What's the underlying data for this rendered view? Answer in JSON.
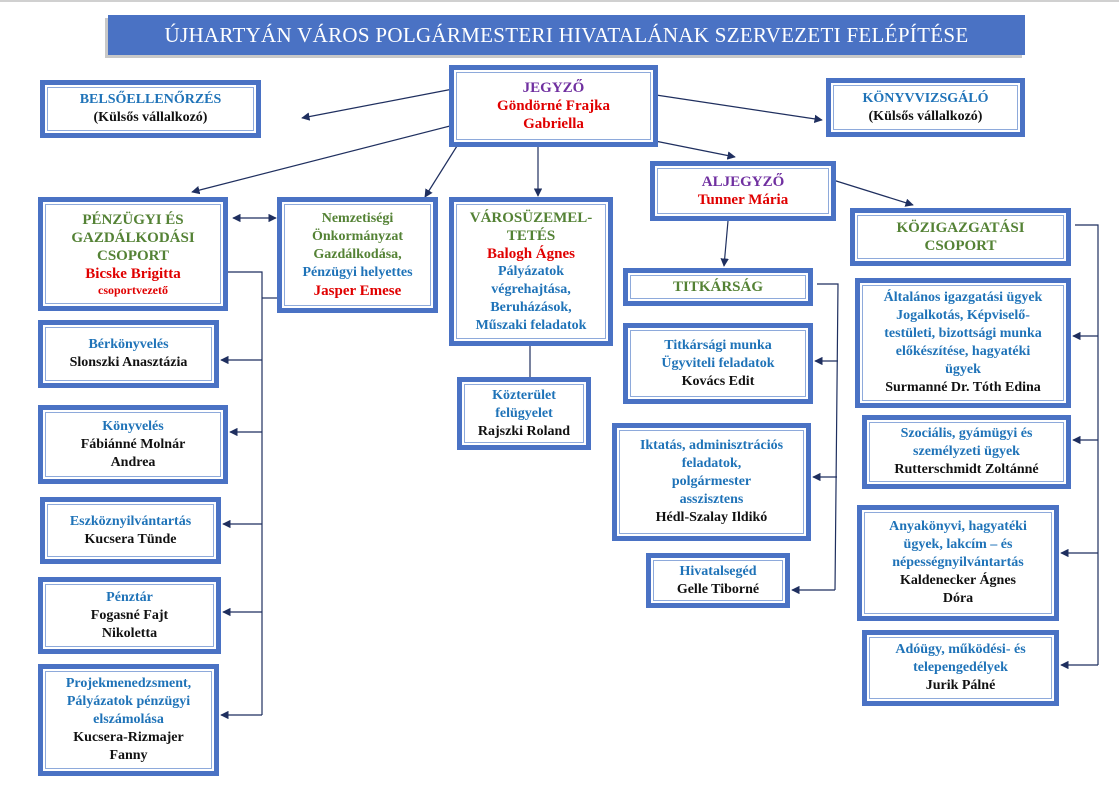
{
  "title": "ÚJHARTYÁN VÁROS POLGÁRMESTERI HIVATALÁNAK  SZERVEZETI FELÉPÍTÉSE",
  "colors": {
    "border": "#4a72c4",
    "purple": "#7030a0",
    "red": "#e00000",
    "blue": "#1f73b8",
    "green": "#548235",
    "line": "#1f2f5f"
  },
  "boxes": [
    {
      "id": "jegyzo",
      "lines": [
        {
          "t": "JEGYZŐ",
          "c": "purple"
        },
        {
          "t": "Göndörné Frajka",
          "c": "red"
        },
        {
          "t": "Gabriella",
          "c": "red"
        }
      ]
    },
    {
      "id": "belso",
      "lines": [
        {
          "t": "BELSŐELLENŐRZÉS",
          "c": "blue"
        },
        {
          "t": "(Külsős vállalkozó)",
          "c": "black"
        }
      ]
    },
    {
      "id": "konyv",
      "lines": [
        {
          "t": "KÖNYVVIZSGÁLÓ",
          "c": "blue"
        },
        {
          "t": "(Külsős vállalkozó)",
          "c": "black"
        }
      ]
    },
    {
      "id": "penzugyi",
      "lines": [
        {
          "t": "PÉNZÜGYI ÉS",
          "c": "green"
        },
        {
          "t": "GAZDÁLKODÁSI",
          "c": "green"
        },
        {
          "t": "CSOPORT",
          "c": "green"
        },
        {
          "t": "Bicske Brigitta",
          "c": "red"
        },
        {
          "t": "csoportvezető",
          "c": "redsmall"
        }
      ]
    },
    {
      "id": "nemz",
      "lines": [
        {
          "t": "Nemzetiségi",
          "c": "green2"
        },
        {
          "t": "Önkormányzat",
          "c": "green2"
        },
        {
          "t": "Gazdálkodása,",
          "c": "green2"
        },
        {
          "t": "Pénzügyi helyettes",
          "c": "blue"
        },
        {
          "t": "Jasper Emese",
          "c": "red"
        }
      ]
    },
    {
      "id": "varos",
      "lines": [
        {
          "t": "VÁROSÜZEMEL-",
          "c": "green"
        },
        {
          "t": "TETÉS",
          "c": "green"
        },
        {
          "t": "Balogh Ágnes",
          "c": "red"
        },
        {
          "t": "Pályázatok",
          "c": "blue"
        },
        {
          "t": "végrehajtása,",
          "c": "blue"
        },
        {
          "t": "Beruházások,",
          "c": "blue"
        },
        {
          "t": "Műszaki feladatok",
          "c": "blue"
        }
      ]
    },
    {
      "id": "kozter",
      "lines": [
        {
          "t": "Közterület",
          "c": "blue"
        },
        {
          "t": "felügyelet",
          "c": "blue"
        },
        {
          "t": "Rajszki Roland",
          "c": "black"
        }
      ]
    },
    {
      "id": "aljegyzo",
      "lines": [
        {
          "t": "ALJEGYZŐ",
          "c": "purple"
        },
        {
          "t": "Tunner Mária",
          "c": "red"
        }
      ]
    },
    {
      "id": "titkarsag",
      "lines": [
        {
          "t": "TITKÁRSÁG",
          "c": "green"
        }
      ]
    },
    {
      "id": "kozig",
      "lines": [
        {
          "t": "KÖZIGAZGATÁSI",
          "c": "green"
        },
        {
          "t": "CSOPORT",
          "c": "green"
        }
      ]
    },
    {
      "id": "titkmunka",
      "lines": [
        {
          "t": "Titkársági munka",
          "c": "blue"
        },
        {
          "t": "Ügyviteli feladatok",
          "c": "blue"
        },
        {
          "t": "Kovács Edit",
          "c": "black"
        }
      ]
    },
    {
      "id": "iktatas",
      "lines": [
        {
          "t": "Iktatás, adminisztrációs",
          "c": "blue"
        },
        {
          "t": "feladatok,",
          "c": "blue"
        },
        {
          "t": "polgármester",
          "c": "blue"
        },
        {
          "t": "asszisztens",
          "c": "blue"
        },
        {
          "t": "Hédl-Szalay Ildikó",
          "c": "black"
        }
      ]
    },
    {
      "id": "hivatal",
      "lines": [
        {
          "t": "Hivatalsegéd",
          "c": "blue"
        },
        {
          "t": "Gelle Tiborné",
          "c": "black"
        }
      ]
    },
    {
      "id": "altalanos",
      "lines": [
        {
          "t": "Általános igazgatási ügyek",
          "c": "blue"
        },
        {
          "t": "Jogalkotás, Képviselő-",
          "c": "blue"
        },
        {
          "t": "testületi, bizottsági munka",
          "c": "blue"
        },
        {
          "t": "előkészítése, hagyatéki",
          "c": "blue"
        },
        {
          "t": "ügyek",
          "c": "blue"
        },
        {
          "t": "Surmanné Dr. Tóth Edina",
          "c": "black"
        }
      ]
    },
    {
      "id": "szoc",
      "lines": [
        {
          "t": "Szociális, gyámügyi és",
          "c": "blue"
        },
        {
          "t": "személyzeti ügyek",
          "c": "blue"
        },
        {
          "t": "Rutterschmidt Zoltánné",
          "c": "black"
        }
      ]
    },
    {
      "id": "anya",
      "lines": [
        {
          "t": "Anyakönyvi, hagyatéki",
          "c": "blue"
        },
        {
          "t": "ügyek, lakcím – és",
          "c": "blue"
        },
        {
          "t": "népességnyilvántartás",
          "c": "blue"
        },
        {
          "t": "Kaldenecker Ágnes",
          "c": "black"
        },
        {
          "t": "Dóra",
          "c": "black"
        }
      ]
    },
    {
      "id": "ado",
      "lines": [
        {
          "t": "Adóügy, működési- és",
          "c": "blue"
        },
        {
          "t": "telepengedélyek",
          "c": "blue"
        },
        {
          "t": "Jurik Pálné",
          "c": "black"
        }
      ]
    },
    {
      "id": "berk",
      "lines": [
        {
          "t": "Bérkönyvelés",
          "c": "blue"
        },
        {
          "t": "Slonszki Anasztázia",
          "c": "black"
        }
      ]
    },
    {
      "id": "konyveles",
      "lines": [
        {
          "t": "Könyvelés",
          "c": "blue"
        },
        {
          "t": "Fábiánné Molnár",
          "c": "black"
        },
        {
          "t": "Andrea",
          "c": "black"
        }
      ]
    },
    {
      "id": "eszkoz",
      "lines": [
        {
          "t": "Eszköznyilvántartás",
          "c": "blue"
        },
        {
          "t": "Kucsera Tünde",
          "c": "black"
        }
      ]
    },
    {
      "id": "penztar",
      "lines": [
        {
          "t": "Pénztár",
          "c": "blue"
        },
        {
          "t": "Fogasné Fajt",
          "c": "black"
        },
        {
          "t": "Nikoletta",
          "c": "black"
        }
      ]
    },
    {
      "id": "projekt",
      "lines": [
        {
          "t": "Projekmenedzsment,",
          "c": "blue"
        },
        {
          "t": "Pályázatok pénzügyi",
          "c": "blue"
        },
        {
          "t": "elszámolása",
          "c": "blue"
        },
        {
          "t": "Kucsera-Rizmajer",
          "c": "black"
        },
        {
          "t": "Fanny",
          "c": "black"
        }
      ]
    }
  ]
}
